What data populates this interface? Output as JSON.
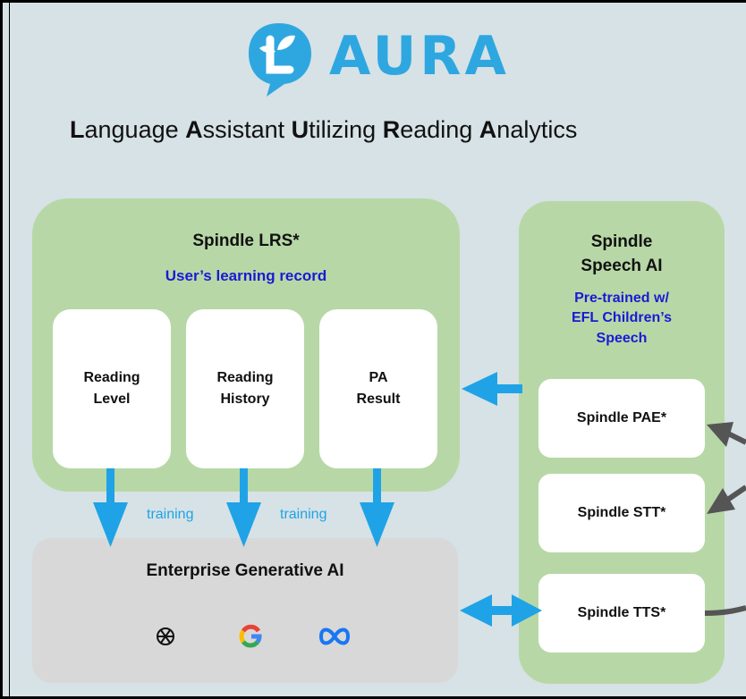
{
  "logo": {
    "text": "AURA",
    "color": "#2ea7e0"
  },
  "subtitle": {
    "parts": [
      {
        "bold": "L",
        "rest": "anguage "
      },
      {
        "bold": "A",
        "rest": "ssistant "
      },
      {
        "bold": "U",
        "rest": "tilizing "
      },
      {
        "bold": "R",
        "rest": "eading "
      },
      {
        "bold": "A",
        "rest": "nalytics"
      }
    ]
  },
  "lrs": {
    "title": "Spindle LRS*",
    "subtitle": "User’s learning record",
    "cards": [
      {
        "line1": "Reading",
        "line2": "Level"
      },
      {
        "line1": "Reading",
        "line2": "History"
      },
      {
        "line1": "PA",
        "line2": "Result"
      }
    ]
  },
  "speech": {
    "title_line1": "Spindle",
    "title_line2": "Speech AI",
    "sub_line1": "Pre-trained w/",
    "sub_line2": "EFL Children’s",
    "sub_line3": "Speech",
    "modules": [
      "Spindle PAE*",
      "Spindle STT*",
      "Spindle TTS*"
    ]
  },
  "enterprise": {
    "title": "Enterprise Generative AI",
    "logos": [
      "openai-icon",
      "google-icon",
      "meta-icon"
    ]
  },
  "training_label": "training",
  "colors": {
    "green": "#b7d8a6",
    "gray": "#d8d8d8",
    "arrow": "#1fa3e6",
    "blue_text": "#1a1ad6",
    "background": "#d6e2e6"
  }
}
